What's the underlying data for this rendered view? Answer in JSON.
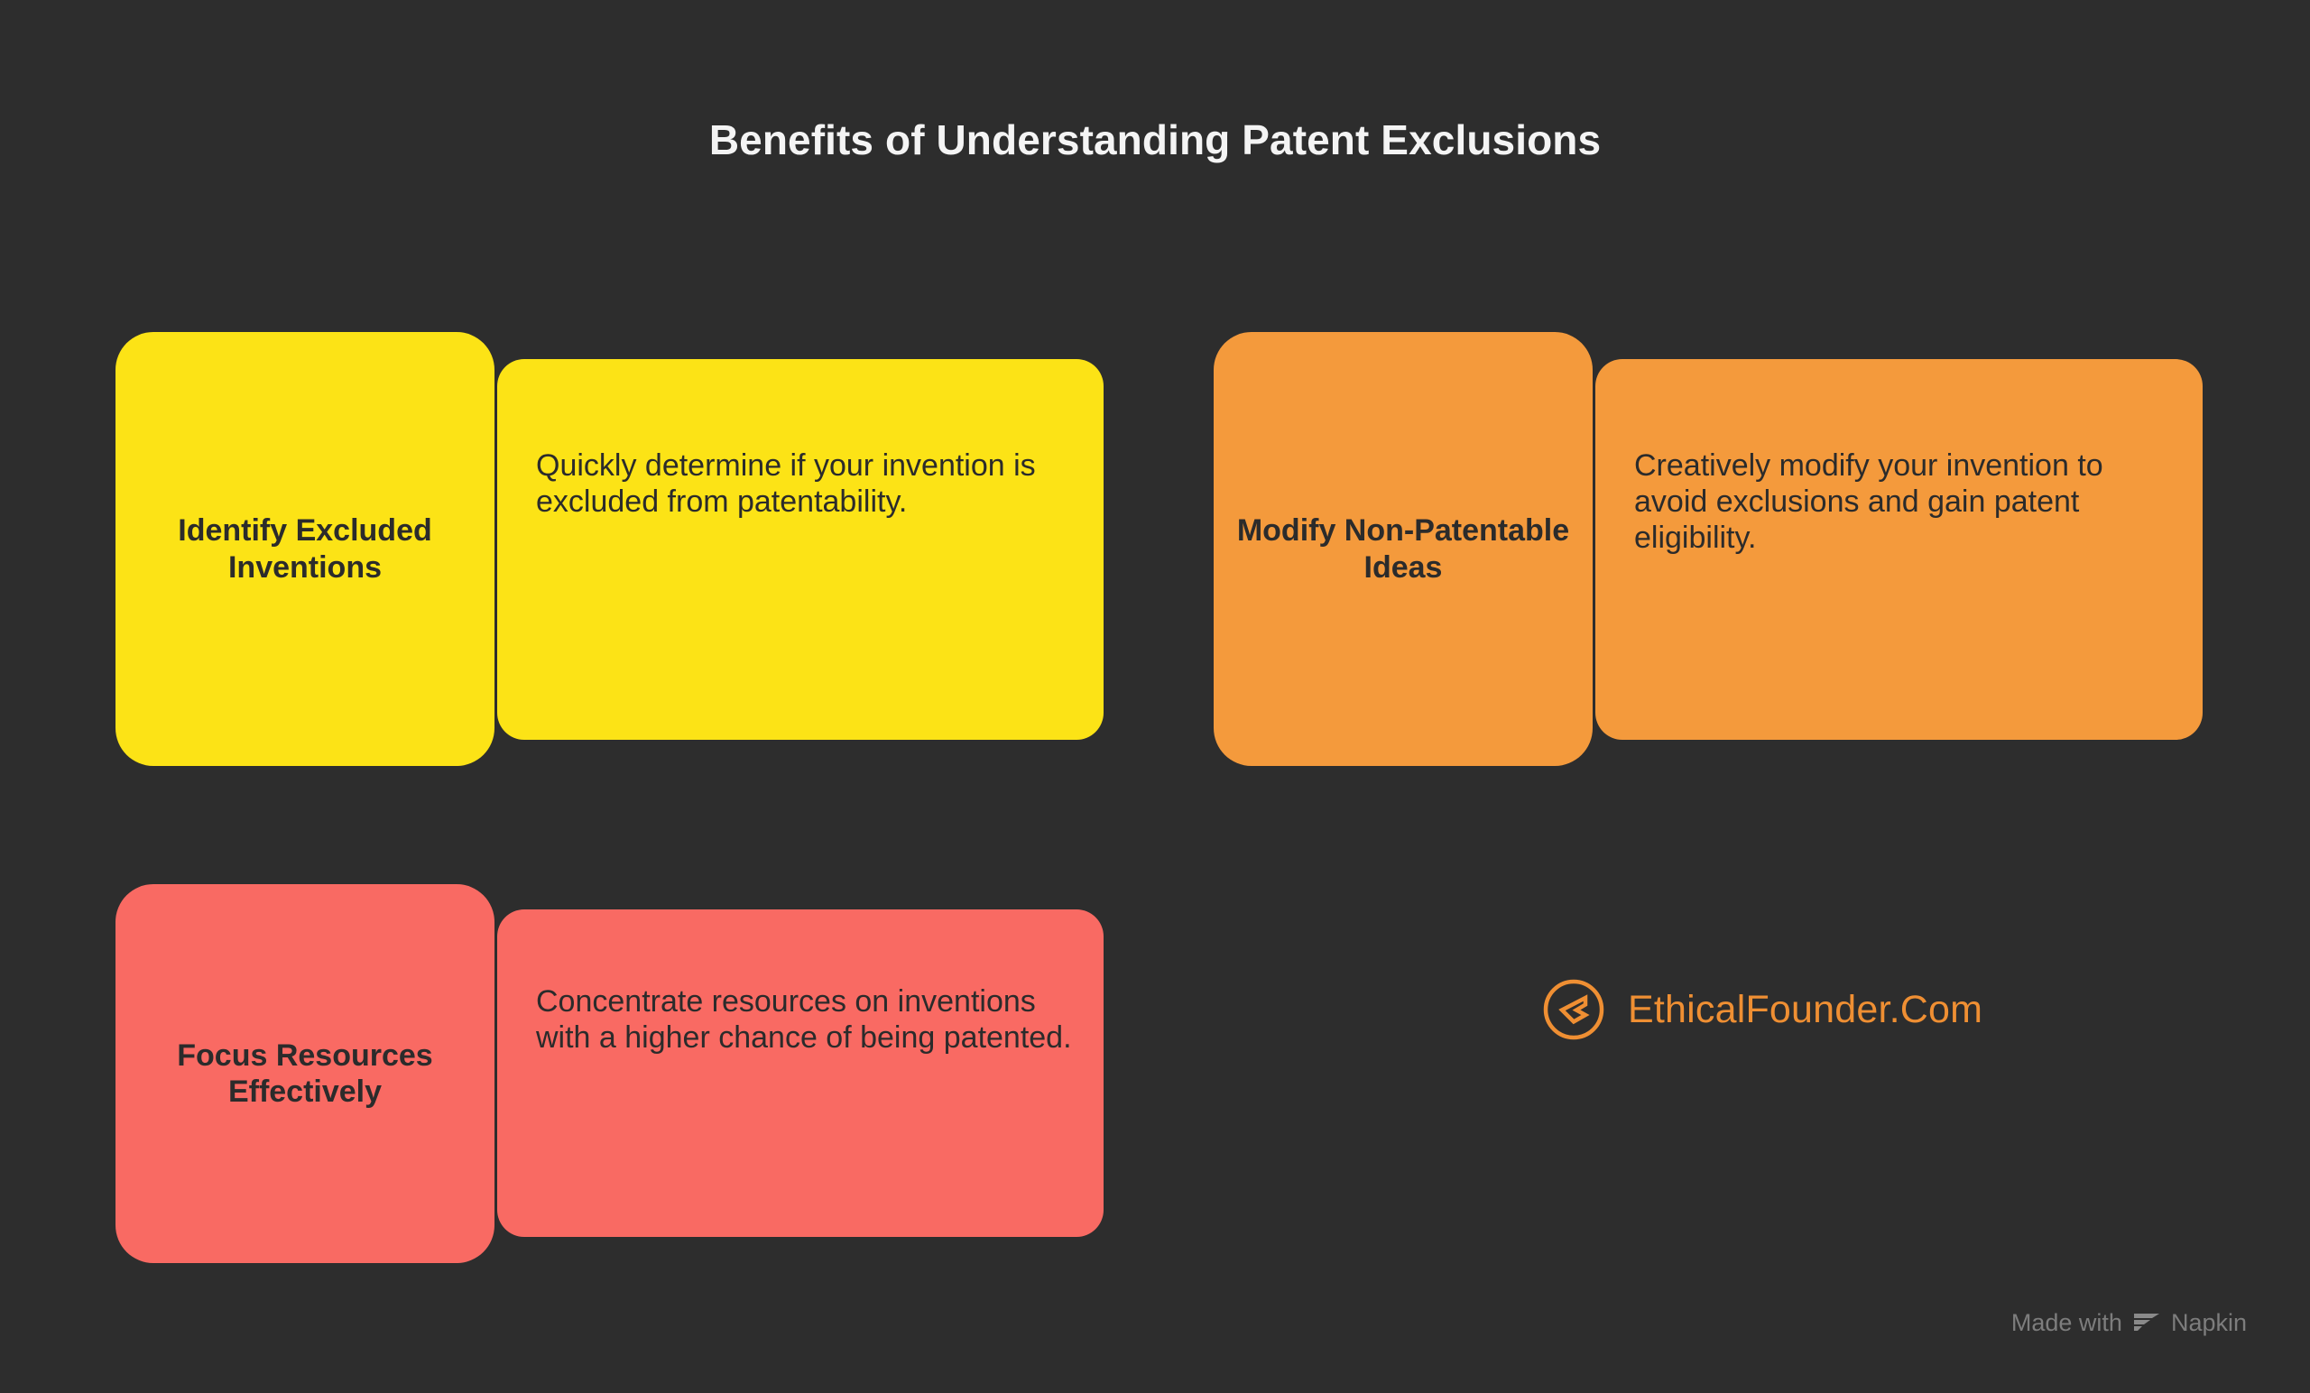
{
  "page": {
    "title": "Benefits of Understanding Patent Exclusions",
    "background_color": "#2d2d2d",
    "title_color": "#f4f4f4"
  },
  "cards": [
    {
      "id": "identify-excluded-inventions",
      "label": "Identify Excluded Inventions",
      "body": "Quickly determine if your invention is excluded from patentability.",
      "color": "#fce316",
      "text_color": "#2b2b2b"
    },
    {
      "id": "modify-non-patentable-ideas",
      "label": "Modify Non-Patentable Ideas",
      "body": "Creatively modify your invention to avoid exclusions and gain patent eligibility.",
      "color": "#f49a3c",
      "text_color": "#2b2b2b"
    },
    {
      "id": "focus-resources-effectively",
      "label": "Focus Resources Effectively",
      "body": "Concentrate resources on inventions with a higher chance of being patented.",
      "color": "#f96a63",
      "text_color": "#2b2b2b"
    }
  ],
  "brand": {
    "name": "EthicalFounder.Com",
    "icon": "ethical-founder-logo-icon",
    "color": "#ef8f33"
  },
  "watermark": {
    "prefix": "Made with",
    "product": "Napkin",
    "icon": "napkin-logo-icon",
    "color": "#7d7d7d"
  }
}
